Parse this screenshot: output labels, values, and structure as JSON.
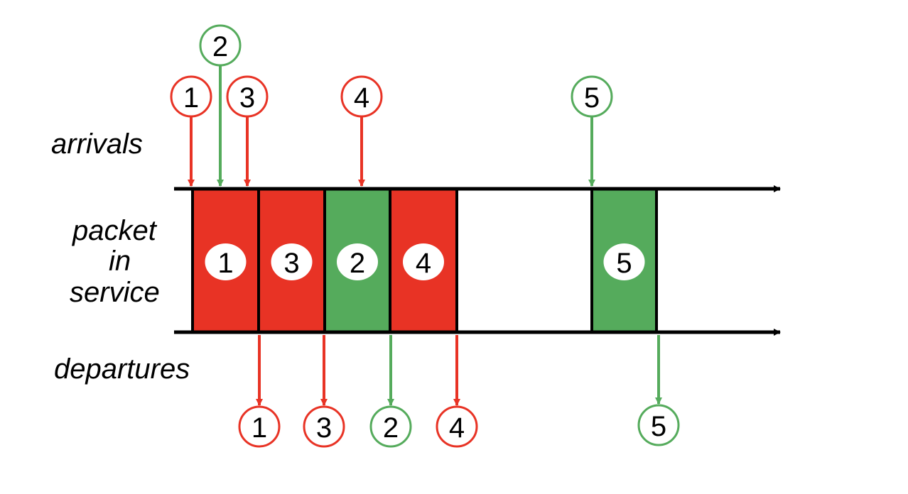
{
  "colors": {
    "red_packet": "#e83325",
    "green_packet": "#55ab5c",
    "axis": "#000000",
    "badge_fill": "#ffffff"
  },
  "labels": {
    "arrivals": "arrivals",
    "packet": "packet",
    "in": "in",
    "service": "service",
    "departures": "departures"
  },
  "arrivals": [
    {
      "id": "1",
      "color": "red"
    },
    {
      "id": "2",
      "color": "green"
    },
    {
      "id": "3",
      "color": "red"
    },
    {
      "id": "4",
      "color": "red"
    },
    {
      "id": "5",
      "color": "green"
    }
  ],
  "service": [
    {
      "id": "1",
      "color": "red"
    },
    {
      "id": "3",
      "color": "red"
    },
    {
      "id": "2",
      "color": "green"
    },
    {
      "id": "4",
      "color": "red"
    },
    {
      "id": "5",
      "color": "green"
    }
  ],
  "departures": [
    {
      "id": "1",
      "color": "red"
    },
    {
      "id": "3",
      "color": "red"
    },
    {
      "id": "2",
      "color": "green"
    },
    {
      "id": "4",
      "color": "red"
    },
    {
      "id": "5",
      "color": "green"
    }
  ]
}
